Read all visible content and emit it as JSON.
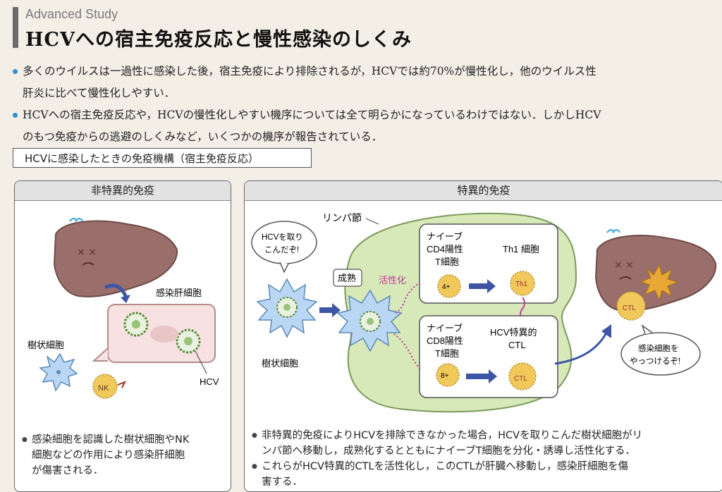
{
  "header": {
    "eyebrow": "Advanced Study",
    "title": "HCVへの宿主免疫反応と慢性感染のしくみ"
  },
  "intro_bullets": [
    "多くのウイルスは一過性に感染した後，宿主免疫により排除されるが，HCVでは約70%が慢性化し，他のウイルス性",
    "肝炎に比べて慢性化しやすい．",
    "HCVへの宿主免疫反応や，HCVの慢性化しやすい機序については全て明らかになっているわけではない．しかしHCV",
    "のもつ免疫からの逃避のしくみなど，いくつかの機序が報告されている．"
  ],
  "section_label": "HCVに感染したときの免疫機構（宿主免疫反応）",
  "left_panel": {
    "heading": "非特異的免疫",
    "label_infected_cell": "感染肝細胞",
    "label_dendritic": "樹状細胞",
    "label_hcv": "HCV",
    "label_nk": "NK",
    "notes": [
      "感染細胞を認識した樹状細胞やNK",
      "細胞などの作用により感染肝細胞",
      "が傷害される．"
    ]
  },
  "right_panel": {
    "heading": "特異的免疫",
    "label_lymph": "リンパ節",
    "bubble_hcv": [
      "HCVを取り",
      "こんだぞ!"
    ],
    "label_mature": "成熟",
    "label_activate": "活性化",
    "label_dendritic": "樹状細胞",
    "cd4": [
      "ナイーブ",
      "CD4陽性",
      "T細胞"
    ],
    "cd4_mark": "4+",
    "th1_label": "Th1 細胞",
    "th1_mark": "Th1",
    "cd8": [
      "ナイーブ",
      "CD8陽性",
      "T細胞"
    ],
    "cd8_mark": "8+",
    "ctl_label": [
      "HCV特異的",
      "CTL"
    ],
    "ctl_mark": "CTL",
    "bubble_attack": [
      "感染細胞を",
      "やっつけるぞ!"
    ],
    "notes": [
      "非特異的免疫によりHCVを排除できなかった場合，HCVを取りこんだ樹状細胞がリ",
      "ンパ節へ移動し，成熟化するとともにナイーブT細胞を分化・誘導し活性化する．",
      "これらがHCV特異的CTLを活性化し，このCTLが肝臓へ移動し，感染肝細胞を傷",
      "害する．"
    ]
  },
  "colors": {
    "liver": "#9a6f6b",
    "lymph": "#d7e8b9",
    "dendritic": "#b9d7f5",
    "tcell": "#f0c95a",
    "accent": "#2a8fd8",
    "arrow": "#3c55a5",
    "activate": "#c0399b"
  }
}
